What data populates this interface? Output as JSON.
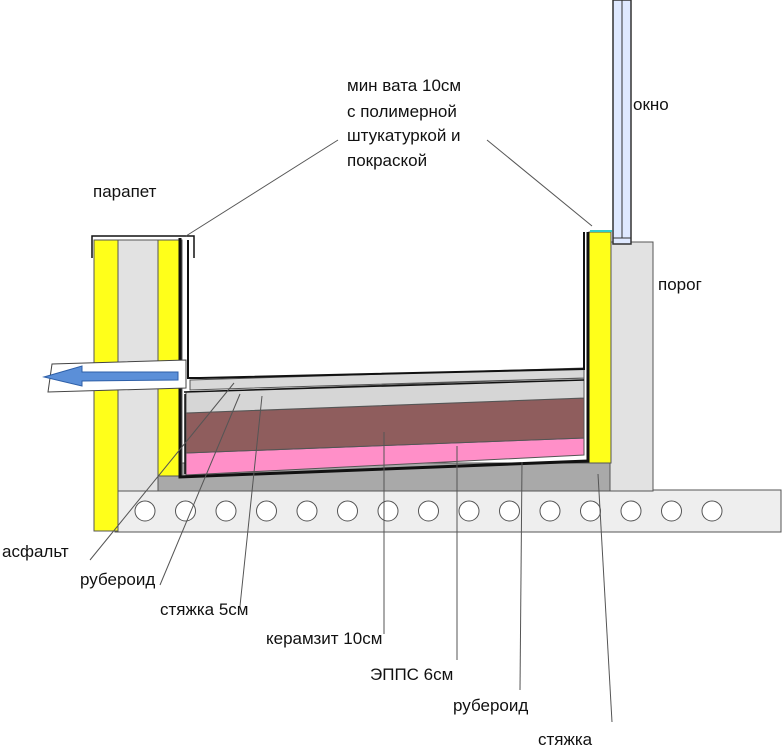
{
  "diagram": {
    "colors": {
      "insulation": "#ffff1a",
      "brick": "#e2e2e2",
      "screed": "#d6d6d6",
      "claydite": "#8f5d5d",
      "xps": "#ff8fc8",
      "base_screed": "#a9a9a9",
      "slab": "#eeeeee",
      "waterproof": "#111111",
      "arrow": "#5b8fd8",
      "window_glass": "#dfe9ff",
      "leader": "#666666",
      "plaster": "#33cccc"
    },
    "labels": {
      "mineral_wool": [
        "мин вата 10см",
        "с полимерной",
        "штукатуркой и",
        "покраской"
      ],
      "parapet": "парапет",
      "window": "окно",
      "threshold": "порог",
      "asphalt": "асфальт",
      "roofing_felt_1": "рубероид",
      "screed_5cm": "стяжка 5см",
      "claydite_10cm": "керамзит 10см",
      "xps_6cm": "ЭППС 6см",
      "roofing_felt_2": "рубероид",
      "screed": "стяжка"
    }
  }
}
